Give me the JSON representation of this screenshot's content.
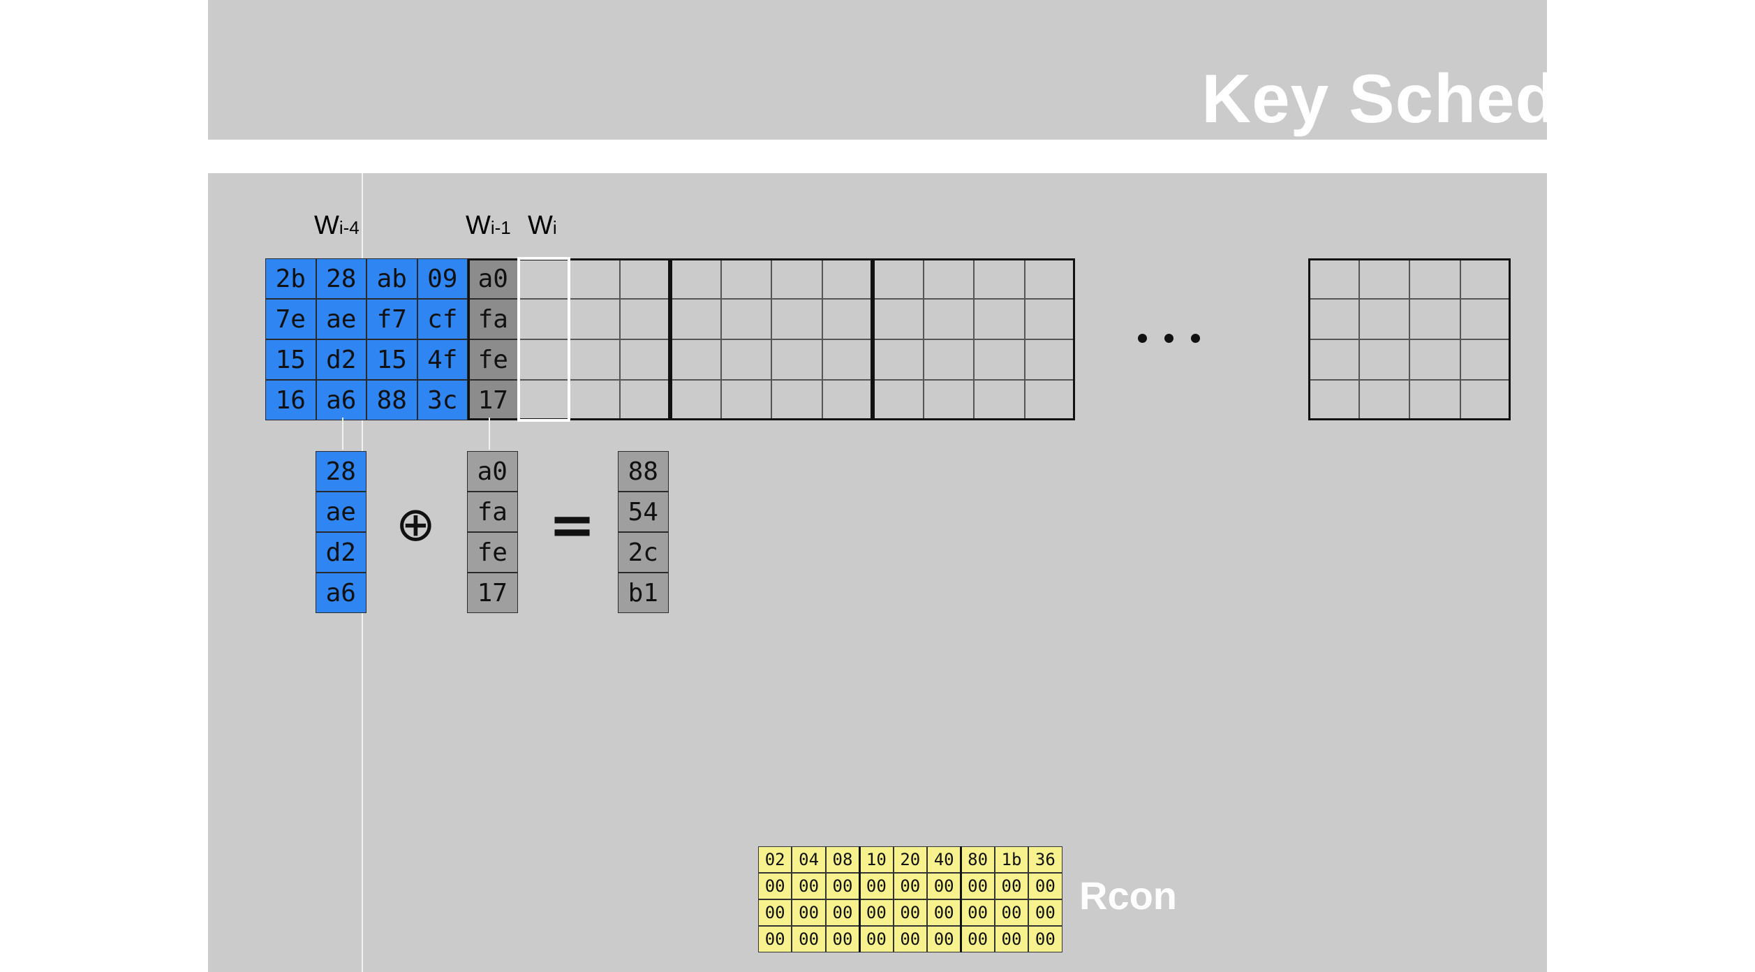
{
  "title": "Key Schedule",
  "labels": {
    "w_i4": {
      "base": "W",
      "sub": "i-4"
    },
    "w_i1": {
      "base": "W",
      "sub": "i-1"
    },
    "w_i": {
      "base": "W",
      "sub": "i"
    }
  },
  "key_matrix": [
    [
      "2b",
      "28",
      "ab",
      "09"
    ],
    [
      "7e",
      "ae",
      "f7",
      "cf"
    ],
    [
      "15",
      "d2",
      "15",
      "4f"
    ],
    [
      "16",
      "a6",
      "88",
      "3c"
    ]
  ],
  "w_prev_column": [
    "a0",
    "fa",
    "fe",
    "17"
  ],
  "operation": {
    "operand_a": [
      "28",
      "ae",
      "d2",
      "a6"
    ],
    "operator": "⊕",
    "operand_b": [
      "a0",
      "fa",
      "fe",
      "17"
    ],
    "equals": "=",
    "result": [
      "88",
      "54",
      "2c",
      "b1"
    ]
  },
  "ellipsis": "• • •",
  "rcon": {
    "label": "Rcon",
    "rows": [
      [
        "02",
        "04",
        "08",
        "10",
        "20",
        "40",
        "80",
        "1b",
        "36"
      ],
      [
        "00",
        "00",
        "00",
        "00",
        "00",
        "00",
        "00",
        "00",
        "00"
      ],
      [
        "00",
        "00",
        "00",
        "00",
        "00",
        "00",
        "00",
        "00",
        "00"
      ],
      [
        "00",
        "00",
        "00",
        "00",
        "00",
        "00",
        "00",
        "00",
        "00"
      ]
    ]
  },
  "colors": {
    "panel": "#cbcbcb",
    "blue_cell": "#2f85f2",
    "gray_cell": "#8c8c8c",
    "rcon_cell": "#f7f28e",
    "title_text": "#ffffff"
  }
}
